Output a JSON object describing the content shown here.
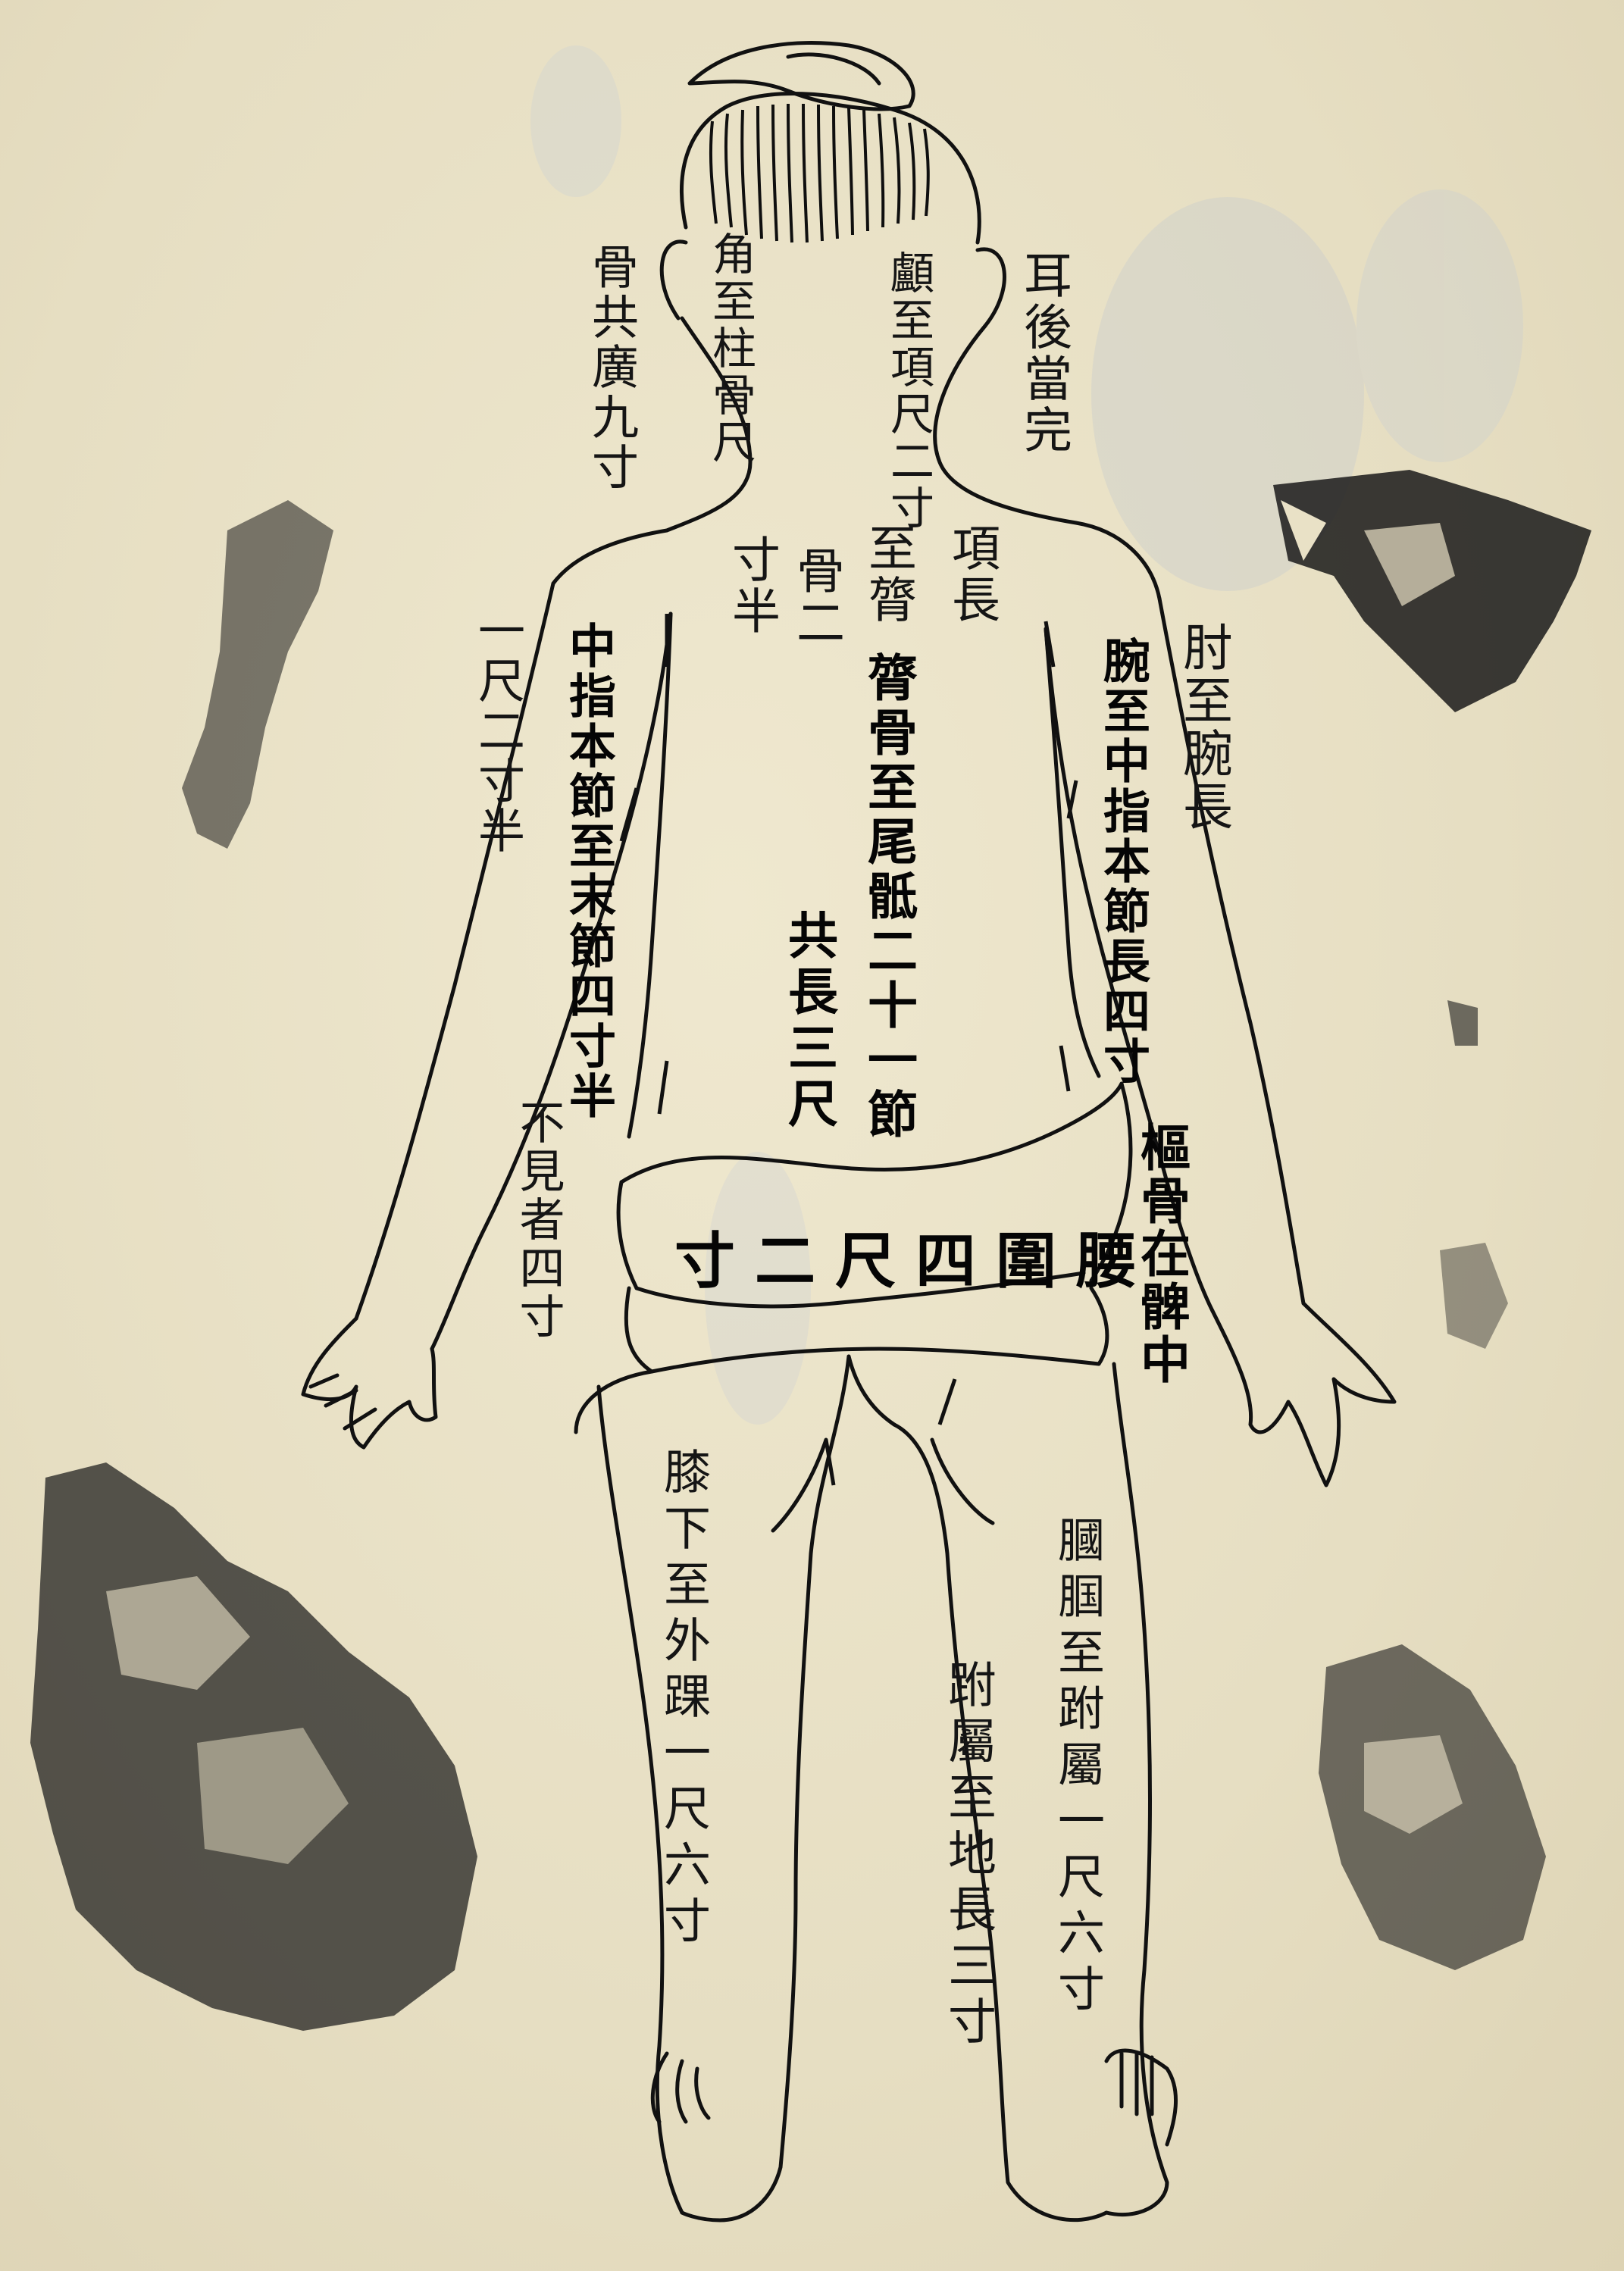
{
  "labels": {
    "behind_ear_bone": "耳後當完",
    "skull_to_nape": "顱至項尺二寸",
    "ear_bone_width": "骨共廣九寸",
    "head_to_spine": "角至柱骨尺",
    "nape_length": "項長",
    "to_shoulder": "至膂",
    "two_cun_half": "骨二",
    "cun_half": "寸半",
    "spine_to_coccyx": "膂骨至尾骶二十一節",
    "total_length": "共長三尺",
    "elbow_to_wrist": "肘至腕長",
    "wrist_to_finger": "腕至中指本節長四寸",
    "one_chi_two_cun": "一尺二寸半",
    "middle_finger": "中指本節至末節四寸半",
    "not_visible": "不見者四寸",
    "waist_circumference": "腰圍四尺二寸",
    "hip_bone": "樞骨在髀中",
    "knee_to_ankle": "膝下至外踝一尺六寸",
    "popliteal_to_ankle": "膕腘至跗屬一尺六寸",
    "ankle_to_ground": "跗屬至地長三寸"
  },
  "colors": {
    "paper": "#e9e1c6",
    "ink": "#151515",
    "stain": "#c9cdd2"
  }
}
